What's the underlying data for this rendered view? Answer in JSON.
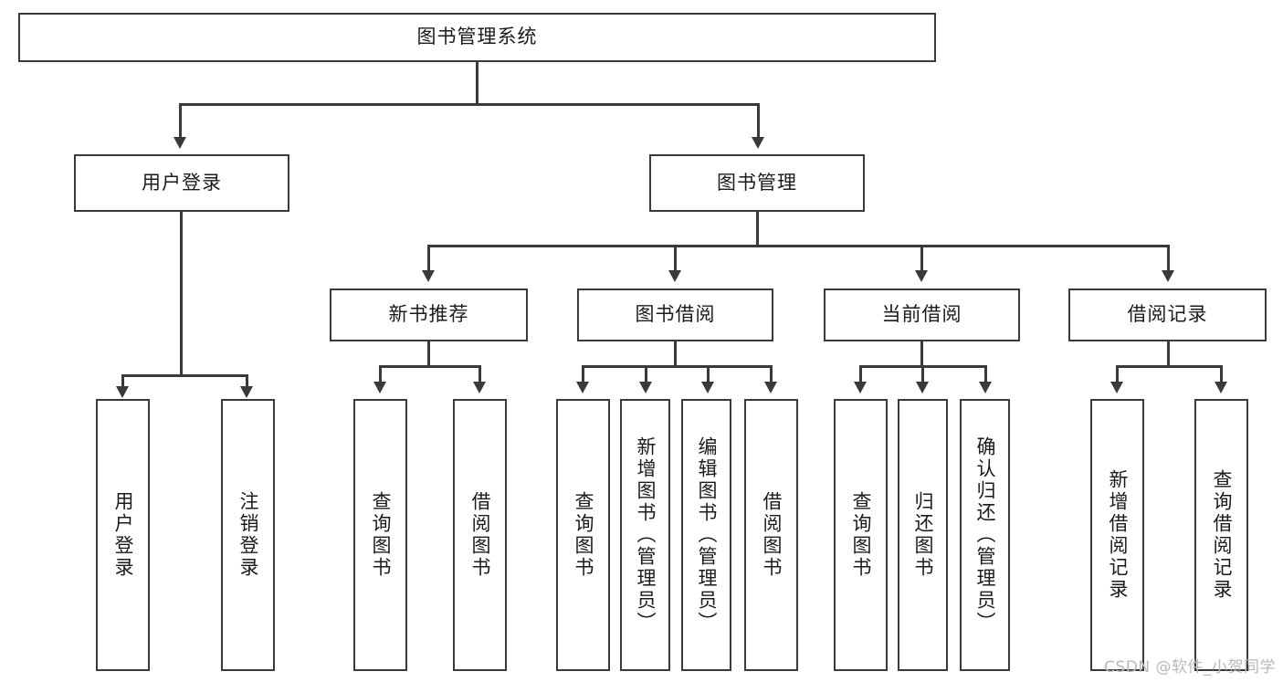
{
  "diagram": {
    "title": "图书管理系统",
    "type": "tree",
    "watermark": "CSDN @软件_小贺同学",
    "colors": {
      "stroke": "#3a3a3a",
      "fill": "#ffffff",
      "text": "#1b1b1b",
      "watermark": "#b9b9b9"
    },
    "root": {
      "label": "图书管理系统"
    },
    "level2": [
      {
        "label": "用户登录"
      },
      {
        "label": "图书管理"
      }
    ],
    "level3": [
      {
        "label": "新书推荐"
      },
      {
        "label": "图书借阅"
      },
      {
        "label": "当前借阅"
      },
      {
        "label": "借阅记录"
      }
    ],
    "leaves": {
      "user_login": [
        {
          "label": "用户登录"
        },
        {
          "label": "注销登录"
        }
      ],
      "new_book_recommend": [
        {
          "label": "查询图书"
        },
        {
          "label": "借阅图书"
        }
      ],
      "book_borrow": [
        {
          "label": "查询图书"
        },
        {
          "label": "新增图书（管理员）"
        },
        {
          "label": "编辑图书（管理员）"
        },
        {
          "label": "借阅图书"
        }
      ],
      "current_borrow": [
        {
          "label": "查询图书"
        },
        {
          "label": "归还图书"
        },
        {
          "label": "确认归还（管理员）"
        }
      ],
      "borrow_record": [
        {
          "label": "新增借阅记录"
        },
        {
          "label": "查询借阅记录"
        }
      ]
    }
  }
}
